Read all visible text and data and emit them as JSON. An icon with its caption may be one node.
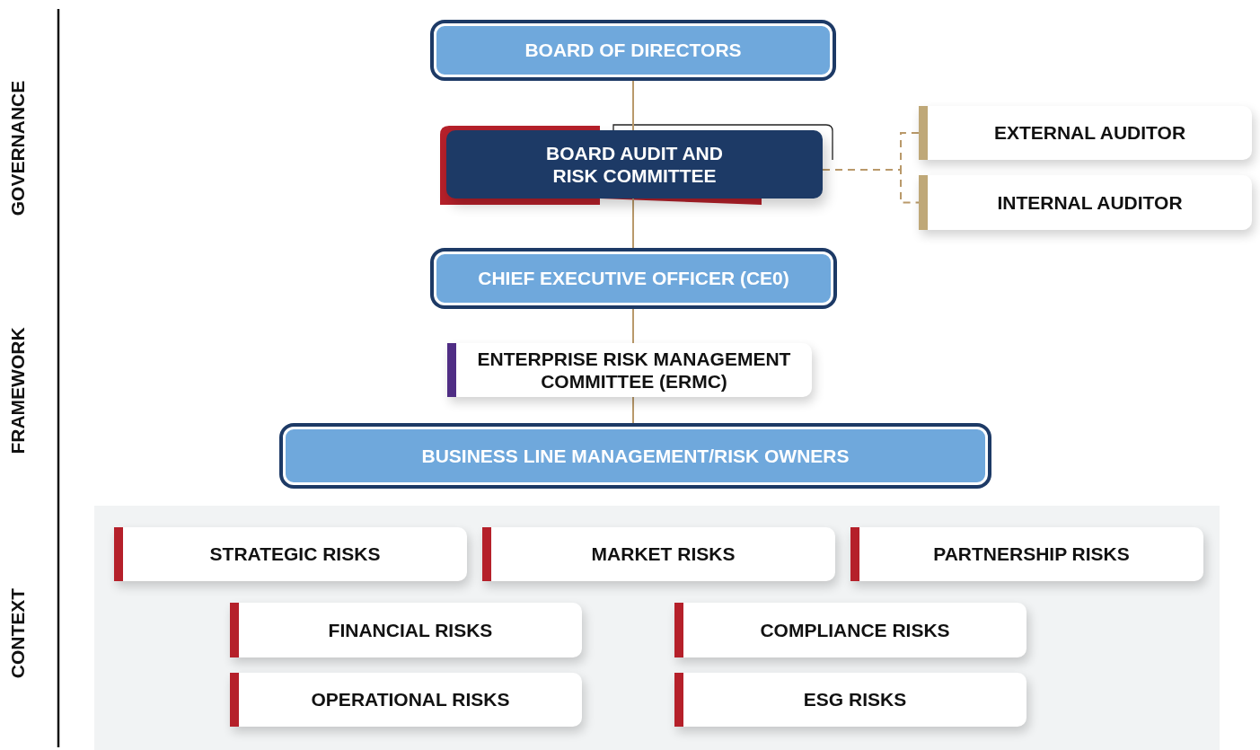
{
  "diagram": {
    "nodes": [
      {
        "text": [
          "BOARD OF DIRECTORS"
        ]
      },
      {
        "text": [
          "BOARD AUDIT AND RISK COMMITTEE"
        ]
      },
      {
        "text": [
          "EXTERNAL AUDITOR"
        ]
      },
      {
        "text": [
          "INTERNAL AUDITOR"
        ]
      },
      {
        "text": [
          "CHIEF EXECUTIVE OFFICER (CE0)"
        ]
      },
      {
        "text": [
          "ENTERPRISE RISK MANAGEMENT COMMITTEE (ERMC)"
        ]
      },
      {
        "text": [
          "BUSINESS LINE MANAGEMENT/RISK OWNERS"
        ]
      },
      {
        "text": [
          "STRATEGIC RISKS"
        ]
      },
      {
        "text": [
          "MARKET RISKS"
        ]
      },
      {
        "text": [
          "PARTNERSHIP RISKS"
        ]
      },
      {
        "text": [
          "FINANCIAL RISKS"
        ]
      },
      {
        "text": [
          "COMPLIANCE RISKS"
        ]
      },
      {
        "text": [
          "OPERATIONAL RISKS"
        ]
      },
      {
        "text": [
          "ESG RISKS"
        ]
      }
    ],
    "edges": [
      {
        "from": 0,
        "to": 1,
        "arrow": "none"
      },
      {
        "from": 1,
        "to": 4,
        "arrow": "none"
      },
      {
        "from": 4,
        "to": 5,
        "arrow": "none"
      },
      {
        "from": 5,
        "to": 6,
        "arrow": "none"
      },
      {
        "from": 1,
        "to": 2,
        "arrow": "none",
        "style": "dashed"
      },
      {
        "from": 1,
        "to": 3,
        "arrow": "none",
        "style": "dashed"
      }
    ],
    "labels": [
      "GOVERNANCE",
      "FRAMEWORK",
      "CONTEXT"
    ]
  }
}
